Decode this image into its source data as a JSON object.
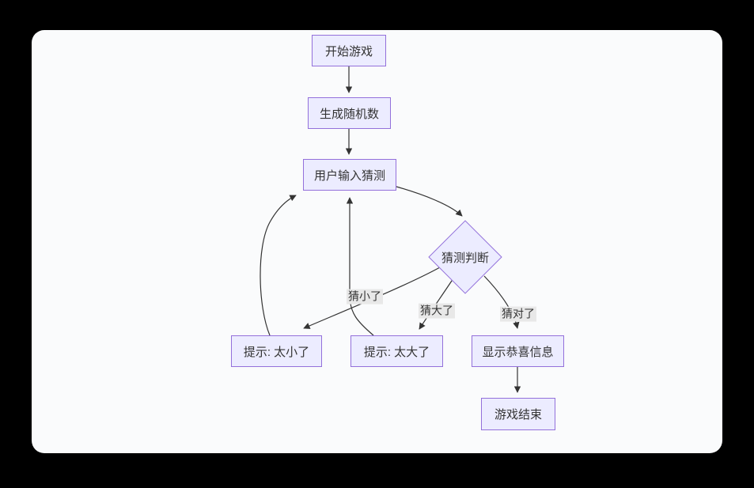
{
  "page": {
    "background": "#000000",
    "card_background": "#fafbfc"
  },
  "diagram": {
    "type": "flowchart",
    "direction": "top-down",
    "nodes": [
      {
        "id": "start",
        "label": "开始游戏",
        "shape": "rect"
      },
      {
        "id": "generate",
        "label": "生成随机数",
        "shape": "rect"
      },
      {
        "id": "input",
        "label": "用户输入猜测",
        "shape": "rect"
      },
      {
        "id": "judge",
        "label": "猜测判断",
        "shape": "diamond"
      },
      {
        "id": "hint_small",
        "label": "提示: 太小了",
        "shape": "rect"
      },
      {
        "id": "hint_big",
        "label": "提示: 太大了",
        "shape": "rect"
      },
      {
        "id": "congrats",
        "label": "显示恭喜信息",
        "shape": "rect"
      },
      {
        "id": "end",
        "label": "游戏结束",
        "shape": "rect"
      }
    ],
    "edges": [
      {
        "from": "start",
        "to": "generate",
        "label": ""
      },
      {
        "from": "generate",
        "to": "input",
        "label": ""
      },
      {
        "from": "input",
        "to": "judge",
        "label": ""
      },
      {
        "from": "judge",
        "to": "hint_small",
        "label": "猜小了"
      },
      {
        "from": "judge",
        "to": "hint_big",
        "label": "猜大了"
      },
      {
        "from": "judge",
        "to": "congrats",
        "label": "猜对了"
      },
      {
        "from": "hint_small",
        "to": "input",
        "label": ""
      },
      {
        "from": "hint_big",
        "to": "input",
        "label": ""
      },
      {
        "from": "congrats",
        "to": "end",
        "label": ""
      }
    ],
    "colors": {
      "node_fill": "#ECECFF",
      "node_border": "#9370DB",
      "edge": "#333333",
      "edge_label_bg": "#e8e8e8",
      "text": "#333333"
    }
  }
}
